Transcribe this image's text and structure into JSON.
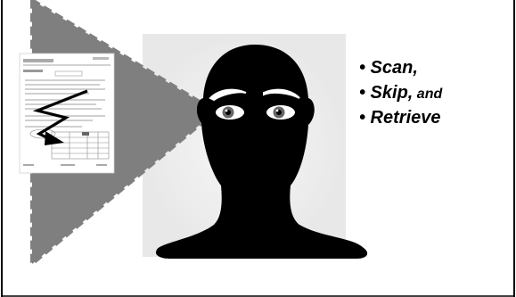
{
  "bullets": [
    {
      "text": "• Scan,",
      "suffix": ""
    },
    {
      "text": "• Skip,",
      "suffix": " and"
    },
    {
      "text": "• Retrieve",
      "suffix": ""
    }
  ],
  "colors": {
    "face": "#000000",
    "halo": "#efefef",
    "cone": "#7f7f7f",
    "page": "#ffffff"
  }
}
